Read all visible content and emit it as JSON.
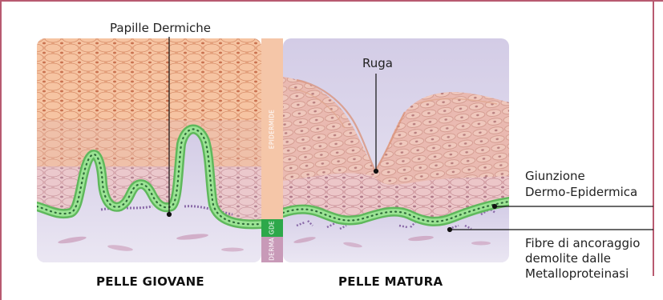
{
  "labels": {
    "papille": "Papille Dermiche",
    "ruga": "Ruga",
    "giunzione_1": "Giunzione",
    "giunzione_2": "Dermo-Epidermica",
    "fibre_1": "Fibre di ancoraggio",
    "fibre_2": "demolite dalle",
    "fibre_3": "Metalloproteinasi"
  },
  "layers": {
    "epidermide": "EPIDERMIDE",
    "gde": "GDE",
    "derma": "DERMA"
  },
  "panels": {
    "young": "PELLE GIOVANE",
    "mature": "PELLE MATURA"
  },
  "colors": {
    "frame": "#b85a70",
    "epidermis": "#f3b48c",
    "cell_line": "#d88e6a",
    "dermis": "#ddd6ec",
    "junction": "#7fcf7a",
    "layer_bar": "#f5c6a8",
    "gde_bar": "#2da84a",
    "derma_bar": "#c89ab8"
  }
}
